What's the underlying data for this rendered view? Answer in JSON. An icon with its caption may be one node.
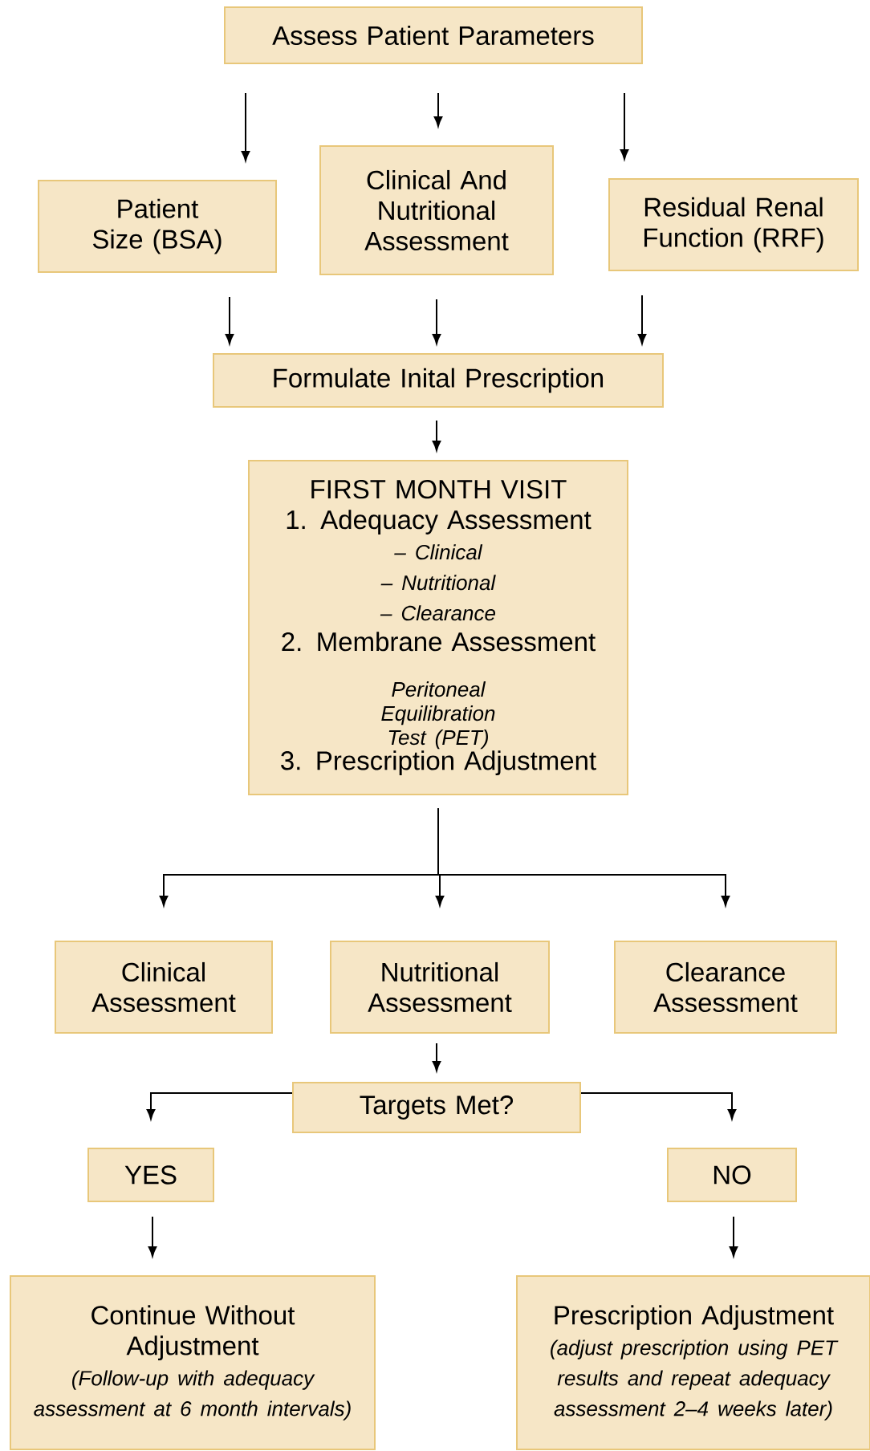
{
  "diagram": {
    "nodes": [
      {
        "text": [
          "Assess Patient Parameters"
        ]
      },
      {
        "text": [
          "Patient Size (BSA)"
        ]
      },
      {
        "text": [
          "Clinical And Nutritional Assessment"
        ]
      },
      {
        "text": [
          "Residual Renal Function (RRF)"
        ]
      },
      {
        "text": [
          "Formulate Inital Prescription"
        ]
      },
      {
        "text": [
          "FIRST MONTH VISIT",
          "1. Adequacy Assessment",
          "– Clinical",
          "– Nutritional",
          "– Clearance",
          "2. Membrane Assessment",
          "Peritoneal Equilibration Test (PET)",
          "3. Prescription Adjustment"
        ]
      },
      {
        "text": [
          "Clinical Assessment"
        ]
      },
      {
        "text": [
          "Nutritional Assessment"
        ]
      },
      {
        "text": [
          "Clearance Assessment"
        ]
      },
      {
        "text": [
          "Targets Met?"
        ]
      },
      {
        "text": [
          "YES"
        ]
      },
      {
        "text": [
          "NO"
        ]
      },
      {
        "text": [
          "Continue Without Adjustment",
          "(Follow-up with adequacy assessment at 6 month intervals)"
        ]
      },
      {
        "text": [
          "Prescription Adjustment",
          "(adjust prescription using PET results and repeat adequacy assessment 2–4 weeks later)"
        ]
      }
    ],
    "edges": [
      {
        "from": 0,
        "to": 1,
        "arrow": "to"
      },
      {
        "from": 0,
        "to": 2,
        "arrow": "to"
      },
      {
        "from": 0,
        "to": 3,
        "arrow": "to"
      },
      {
        "from": 1,
        "to": 4,
        "arrow": "to"
      },
      {
        "from": 2,
        "to": 4,
        "arrow": "to"
      },
      {
        "from": 3,
        "to": 4,
        "arrow": "to"
      },
      {
        "from": 4,
        "to": 5,
        "arrow": "to"
      },
      {
        "from": 5,
        "to": 6,
        "arrow": "to"
      },
      {
        "from": 5,
        "to": 7,
        "arrow": "to"
      },
      {
        "from": 5,
        "to": 8,
        "arrow": "to"
      },
      {
        "from": 7,
        "to": 9,
        "arrow": "to"
      },
      {
        "from": 9,
        "to": 10,
        "arrow": "to"
      },
      {
        "from": 9,
        "to": 11,
        "arrow": "to"
      },
      {
        "from": 10,
        "to": 12,
        "arrow": "to"
      },
      {
        "from": 11,
        "to": 13,
        "arrow": "to"
      }
    ]
  }
}
